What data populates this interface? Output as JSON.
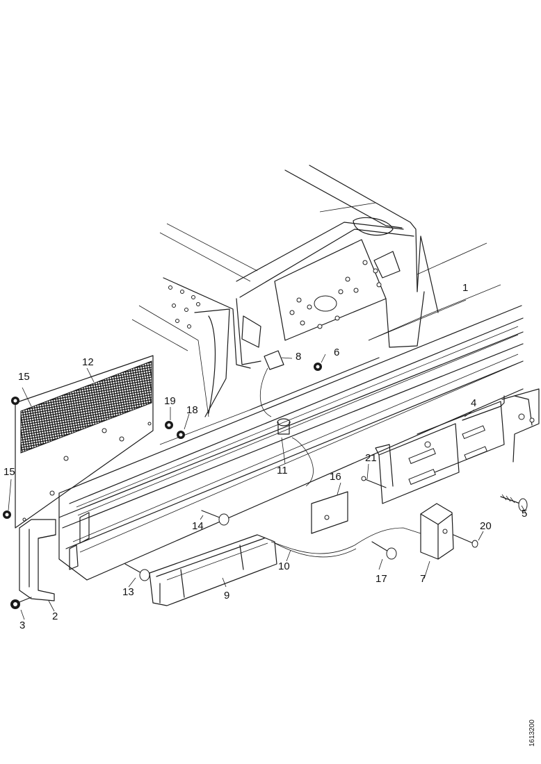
{
  "figure": {
    "reference_code": "1613200",
    "callouts": [
      "1",
      "2",
      "3",
      "4",
      "5",
      "6",
      "7",
      "8",
      "9",
      "10",
      "11",
      "12",
      "13",
      "14",
      "15",
      "15",
      "16",
      "17",
      "18",
      "19",
      "20",
      "21"
    ]
  }
}
